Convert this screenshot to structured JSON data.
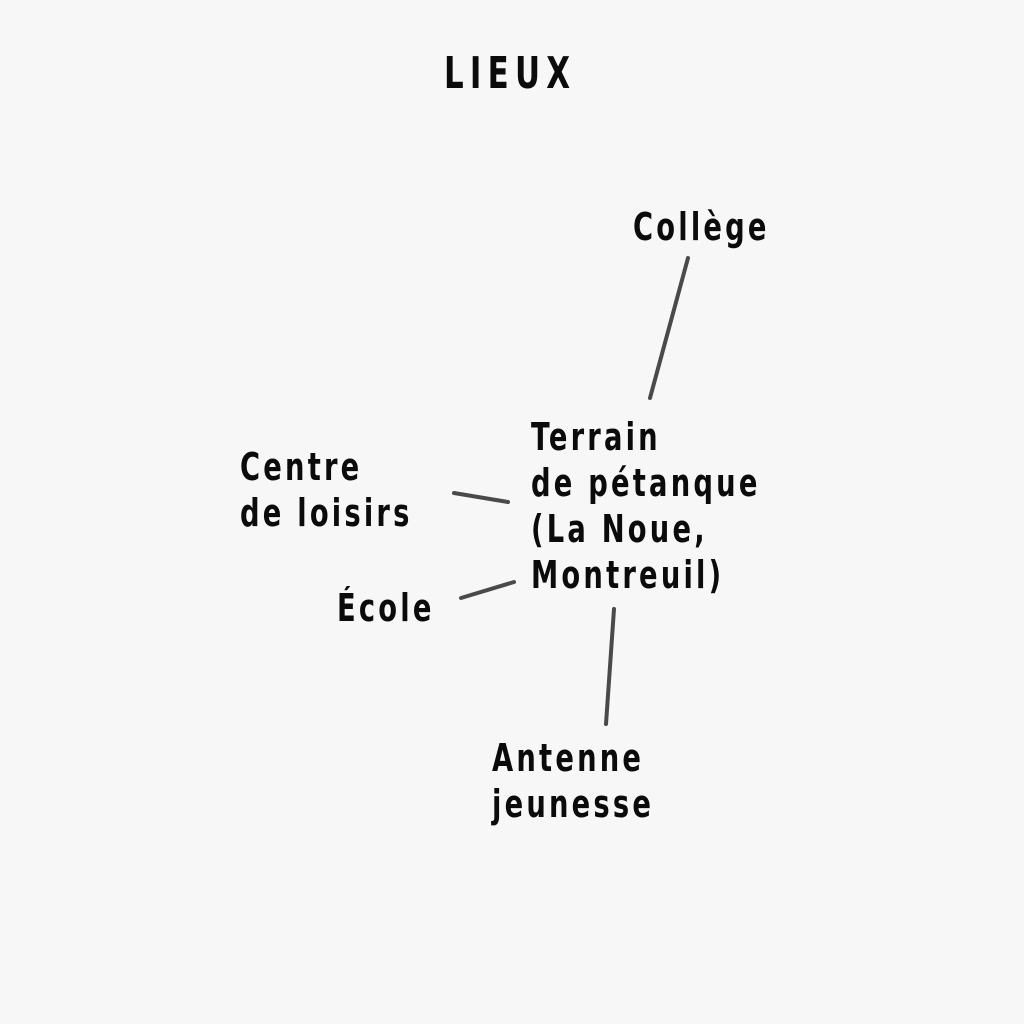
{
  "title": "LIEUX",
  "center": {
    "lines": [
      "Terrain",
      "de pétanque",
      "(La Noue,",
      "Montreuil)"
    ]
  },
  "nodes": {
    "college": {
      "lines": [
        "Collège"
      ]
    },
    "centre_loisirs": {
      "lines": [
        "Centre",
        "de loisirs"
      ]
    },
    "ecole": {
      "lines": [
        "École"
      ]
    },
    "antenne": {
      "lines": [
        "Antenne",
        "jeunesse"
      ]
    }
  },
  "colors": {
    "background": "#f7f7f7",
    "text": "#0b0b0b",
    "connector": "#4a4a4a"
  }
}
